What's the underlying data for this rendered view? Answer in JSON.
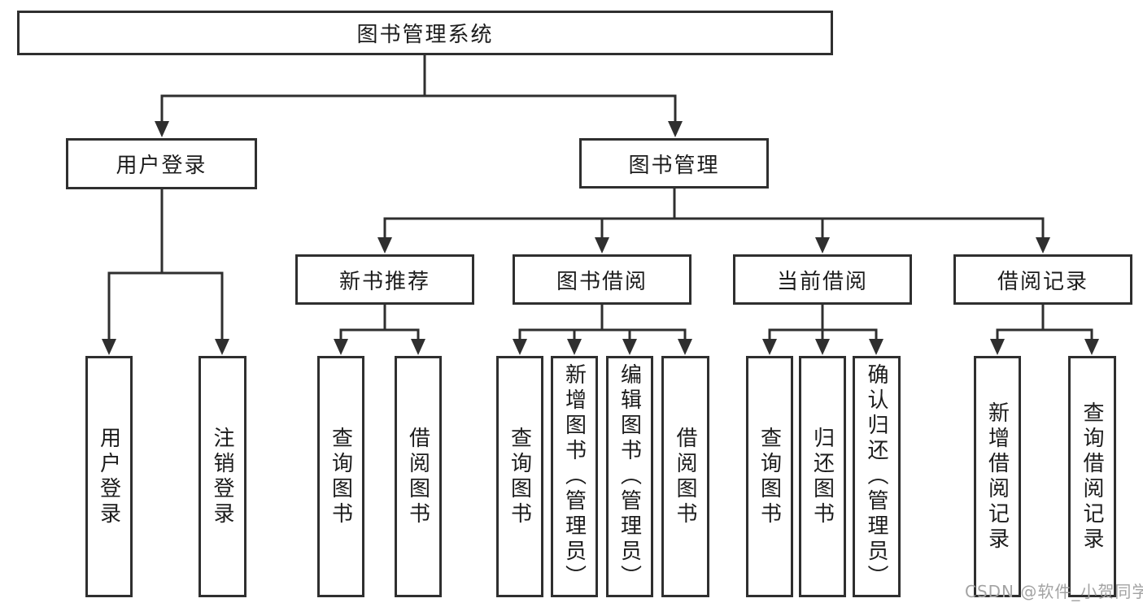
{
  "tree": {
    "root": {
      "label": "图书管理系统"
    },
    "branches": [
      {
        "label": "用户登录",
        "children": [
          "用户登录",
          "注销登录"
        ]
      },
      {
        "label": "图书管理",
        "sections": [
          {
            "label": "新书推荐",
            "children": [
              "查询图书",
              "借阅图书"
            ]
          },
          {
            "label": "图书借阅",
            "children": [
              "查询图书",
              "新增图书（管理员）",
              "编辑图书（管理员）",
              "借阅图书"
            ]
          },
          {
            "label": "当前借阅",
            "children": [
              "查询图书",
              "归还图书",
              "确认归还（管理员）"
            ]
          },
          {
            "label": "借阅记录",
            "children": [
              "新增借阅记录",
              "查询借阅记录"
            ]
          }
        ]
      }
    ]
  },
  "watermark": {
    "text": "CSDN @软件_小贺同学"
  },
  "colors": {
    "line": "#2f2f2f",
    "box_border": "#2f2f2f",
    "box_fill": "#ffffff",
    "label_text": "#1c1c1c",
    "watermark_text": "#a3a3a3",
    "background": "#ffffff"
  }
}
